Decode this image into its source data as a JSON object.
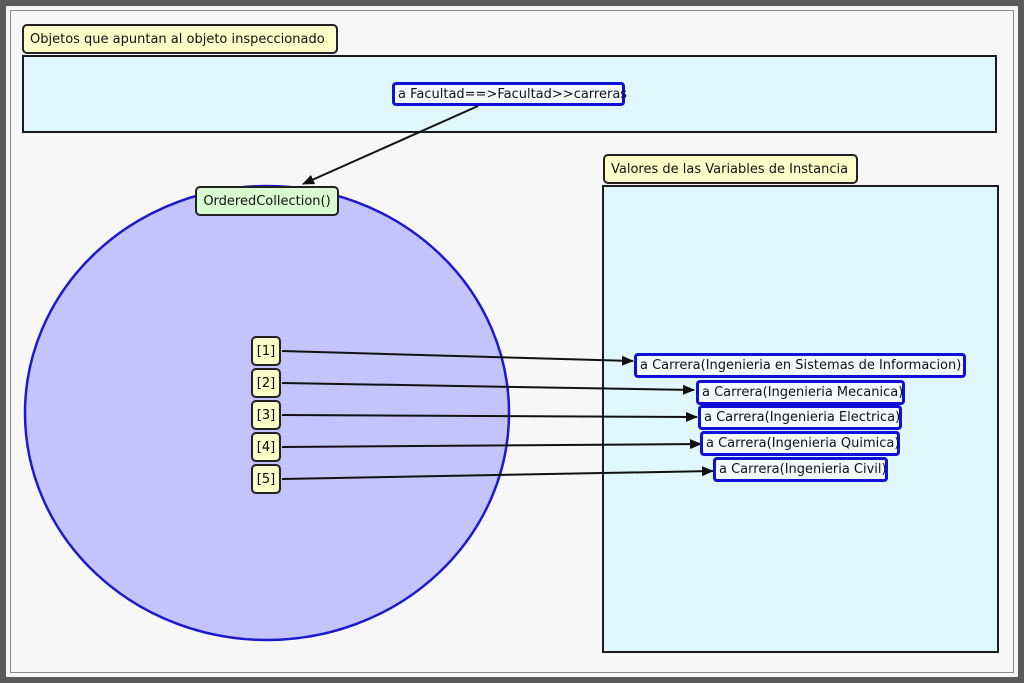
{
  "top_panel": {
    "title": "Objetos que apuntan al objeto inspeccionado",
    "referrer": "a Facultad==>Facultad>>carreras"
  },
  "inspected": {
    "label": "OrderedCollection()",
    "indices": [
      "[1]",
      "[2]",
      "[3]",
      "[4]",
      "[5]"
    ]
  },
  "values_panel": {
    "title": "Valores de las Variables de Instancia",
    "items": [
      "a Carrera(Ingenieria en Sistemas de Informacion)",
      "a Carrera(Ingenieria Mecanica)",
      "a Carrera(Ingenieria Electrica)",
      "a Carrera(Ingenieria Quimica)",
      "a Carrera(Ingenieria Civil)"
    ]
  },
  "colors": {
    "circle_fill": "#c4c4fc",
    "circle_stroke": "#1a1ad0",
    "panel_fill": "#e0f7fd",
    "object_border": "#1010d8",
    "tag_yellow": "#fefec8",
    "tag_green": "#d8fcd0"
  }
}
